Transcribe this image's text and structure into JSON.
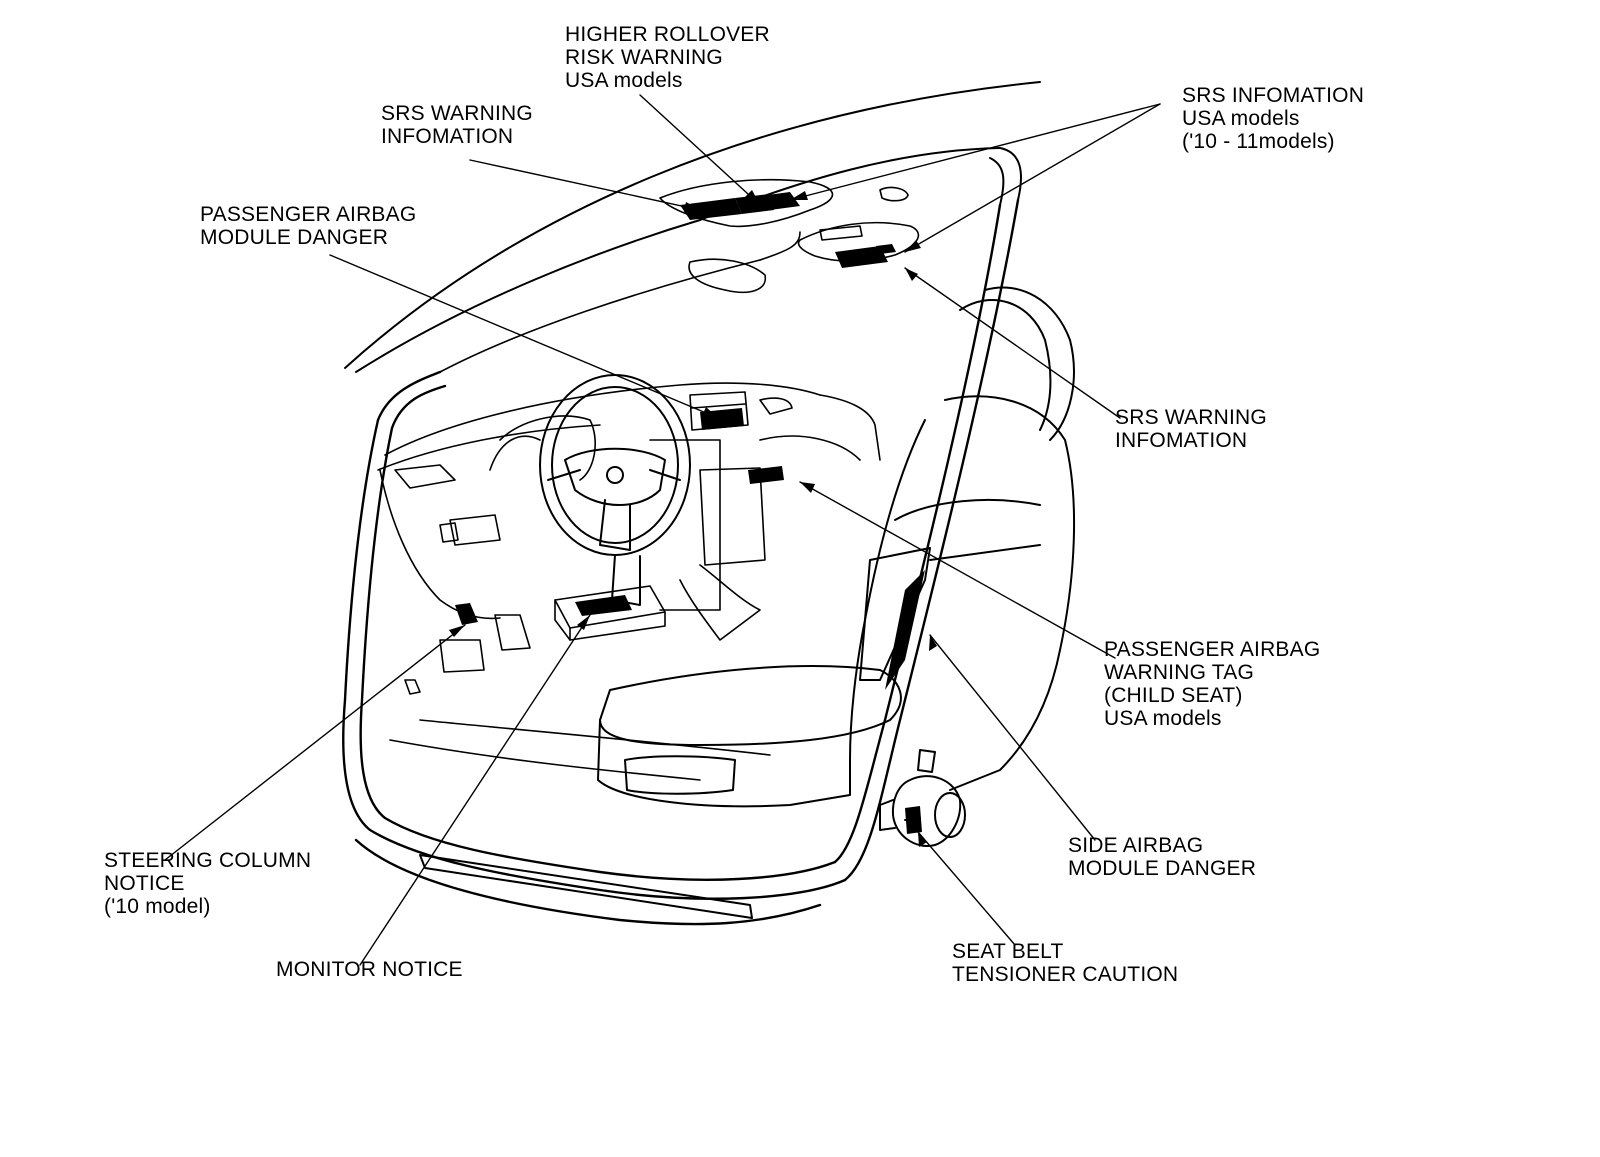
{
  "diagram": {
    "colors": {
      "line": "#000000",
      "background": "#ffffff",
      "label_patch": "#000000"
    },
    "callouts": [
      {
        "id": "higher-rollover",
        "lines": [
          "HIGHER ROLLOVER",
          "RISK WARNING",
          "USA models"
        ]
      },
      {
        "id": "srs-info-roof",
        "lines": [
          "SRS INFOMATION",
          "USA models",
          "('10 - 11models)"
        ]
      },
      {
        "id": "srs-warning-top",
        "lines": [
          "SRS WARNING",
          "INFOMATION"
        ]
      },
      {
        "id": "passenger-airbag-danger",
        "lines": [
          "PASSENGER AIRBAG",
          "MODULE DANGER"
        ]
      },
      {
        "id": "srs-warning-right",
        "lines": [
          "SRS WARNING",
          "INFOMATION"
        ]
      },
      {
        "id": "passenger-airbag-tag",
        "lines": [
          "PASSENGER AIRBAG",
          "WARNING TAG",
          "(CHILD SEAT)",
          "USA models"
        ]
      },
      {
        "id": "side-airbag-danger",
        "lines": [
          "SIDE AIRBAG",
          "MODULE DANGER"
        ]
      },
      {
        "id": "seat-belt-tensioner",
        "lines": [
          "SEAT BELT",
          "TENSIONER CAUTION"
        ]
      },
      {
        "id": "steering-column",
        "lines": [
          "STEERING COLUMN",
          "NOTICE",
          "('10 model)"
        ]
      },
      {
        "id": "monitor-notice",
        "lines": [
          "MONITOR NOTICE"
        ]
      }
    ]
  }
}
